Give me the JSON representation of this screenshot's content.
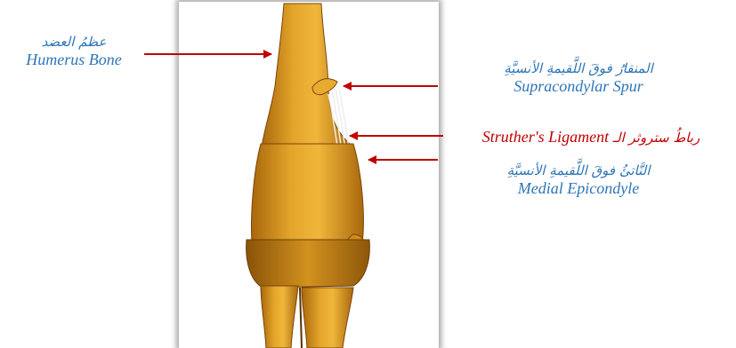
{
  "labels": {
    "humerus": {
      "arabic": "عظمُ العضد",
      "english": "Humerus Bone"
    },
    "spur": {
      "arabic": "المنقارُ فوقَ اللَّقيمةِ الأنسيَّةِ",
      "english": "Supracondylar Spur"
    },
    "ligament": {
      "arabic": "رباطُ ستروثر الـ",
      "english": "Struther's Ligament"
    },
    "medial": {
      "arabic": "النَّاتئُ فوقَ اللَّقيمةِ الأنسيَّةِ",
      "english": "Medial Epicondyle"
    }
  },
  "colors": {
    "label_blue": "#2e75b6",
    "label_red": "#c00000",
    "arrow": "#c00000",
    "bone": "#d99a1f"
  }
}
